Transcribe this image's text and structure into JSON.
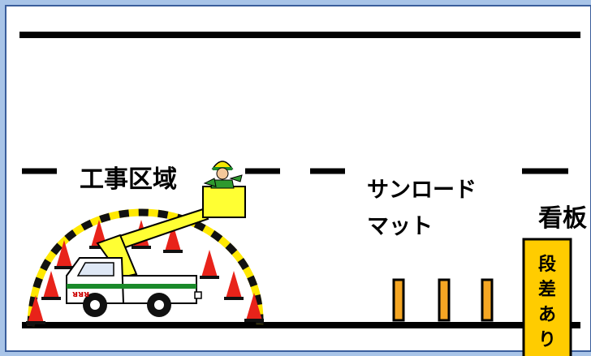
{
  "labels": {
    "work_zone": "工事区域",
    "sunroad_mat_line1": "サンロード",
    "sunroad_mat_line2": "マット",
    "signboard": "看板",
    "sign_text": [
      "段",
      "差",
      "あ",
      "り"
    ],
    "truck_text": "ᴚᴚᴚ"
  },
  "colors": {
    "background_frame": "#a8c4e8",
    "canvas": "#ffffff",
    "road_line": "#000000",
    "cone": "#e8231a",
    "cone_band": "#ffffff",
    "zone_stripe_yellow": "#ffe800",
    "zone_stripe_black": "#111111",
    "bucket": "#ffff33",
    "boom": "#ffff33",
    "truck_body": "#ffffff",
    "truck_stripe": "#1a8a2a",
    "mat_fill": "#f5a623",
    "sign_fill": "#ffcc00",
    "worker_body": "#2e9a2e",
    "worker_helmet": "#f2e600"
  },
  "icons": {
    "worker": "worker-icon",
    "truck": "bucket-truck-icon",
    "cone": "traffic-cone-icon",
    "mat": "road-mat-icon",
    "sign": "warning-sign-icon"
  }
}
